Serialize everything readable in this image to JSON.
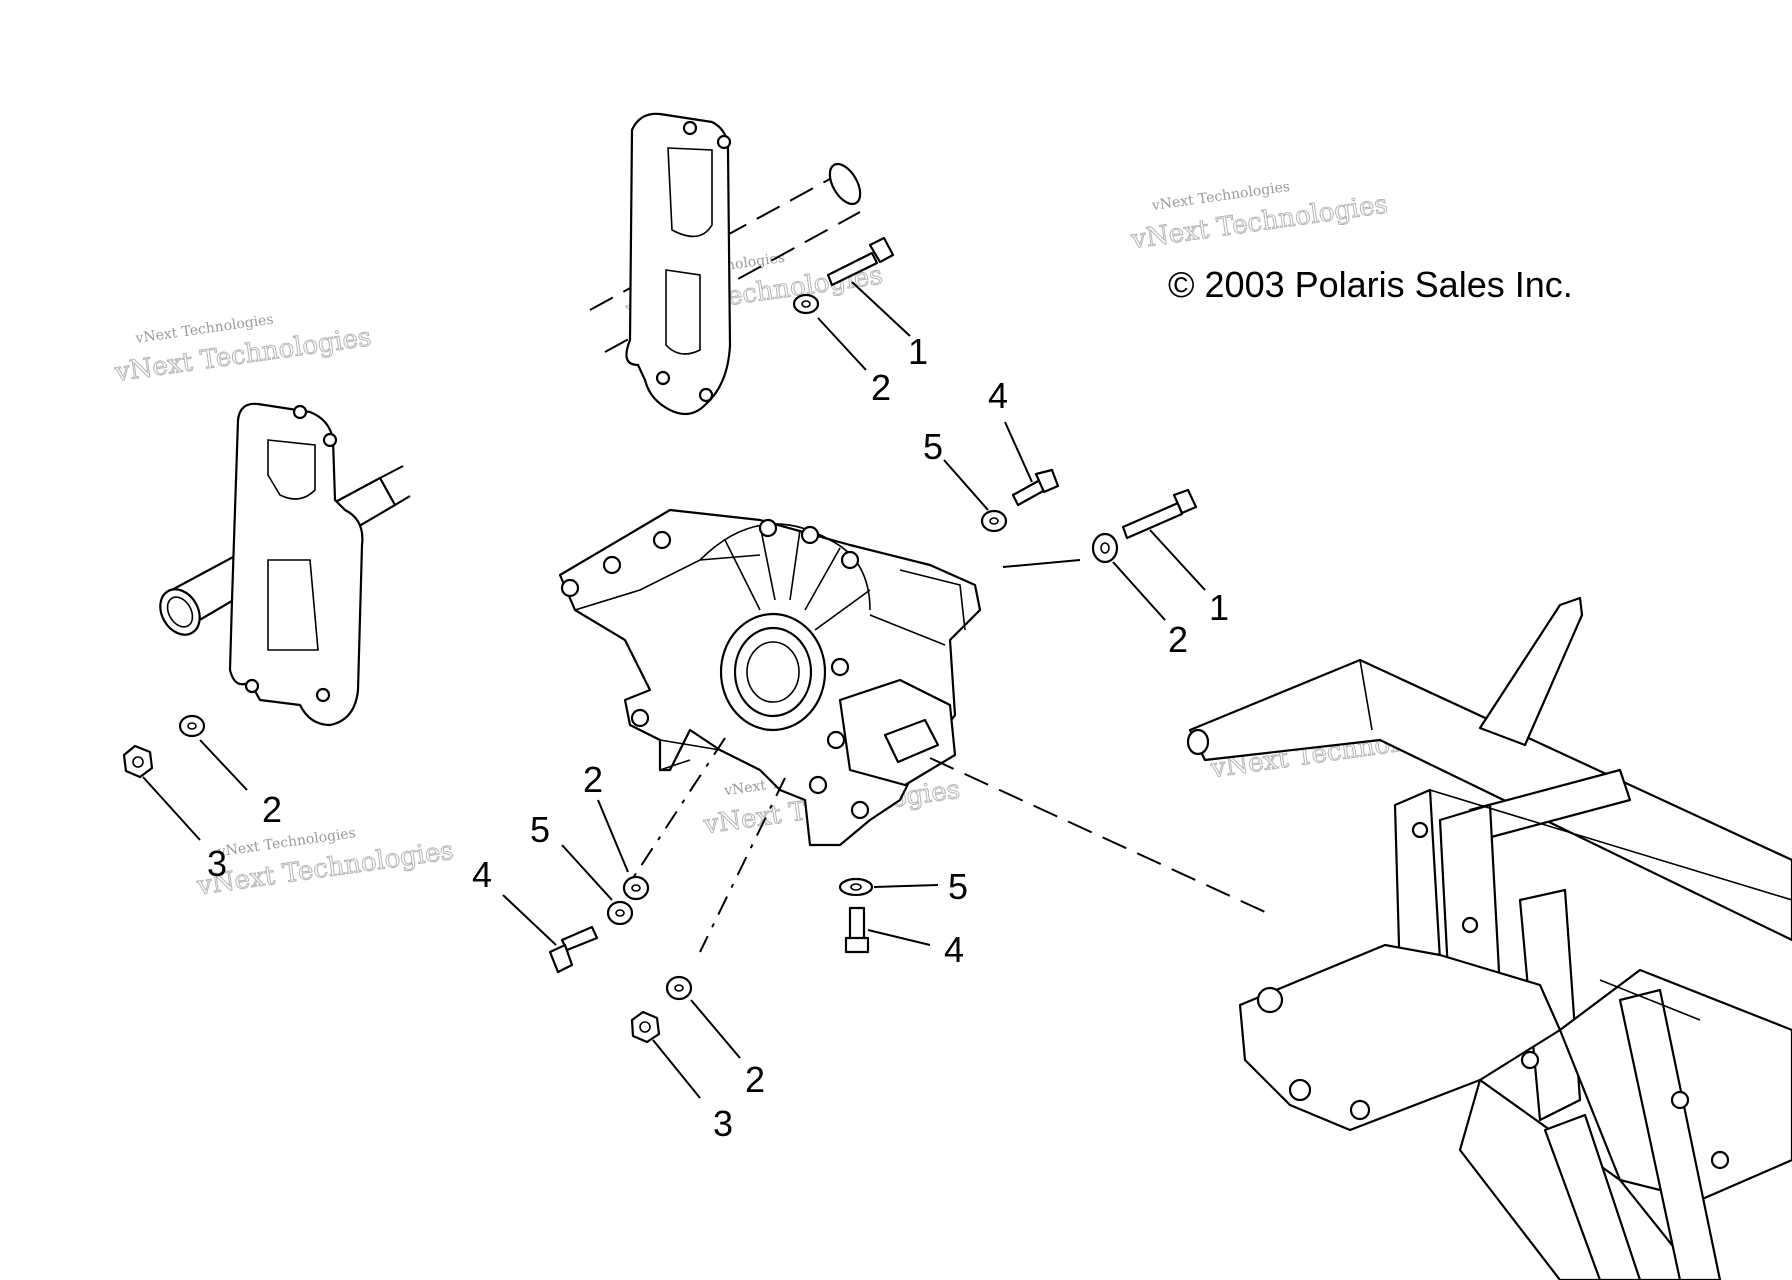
{
  "copyright": "© 2003 Polaris Sales Inc.",
  "watermark": {
    "line1": "vNext Technologies",
    "line2": "vNext Technologies"
  },
  "callouts": [
    "1",
    "2",
    "1",
    "2",
    "4",
    "5",
    "2",
    "3",
    "2",
    "5",
    "4",
    "5",
    "4",
    "2",
    "3"
  ]
}
